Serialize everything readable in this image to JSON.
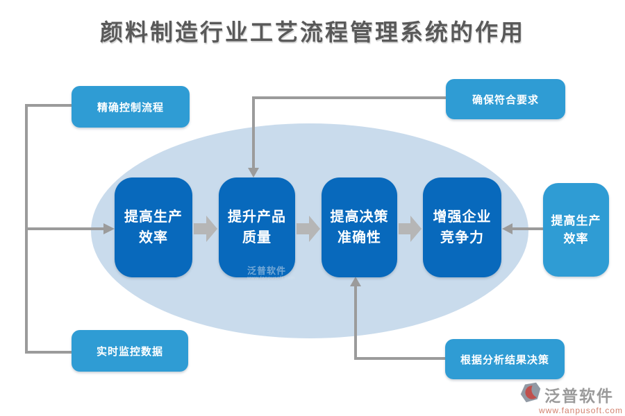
{
  "title": "颜料制造行业工艺流程管理系统的作用",
  "colors": {
    "title_text": "#595959",
    "outer_box": "#2f9cd4",
    "inner_box": "#0869bc",
    "ellipse": "#c9dbec",
    "connector": "#9b9b9b",
    "block_arrow": "#b6b6b6",
    "node_text": "#ffffff",
    "logo_name": "#9a9a9a",
    "logo_url": "#d2826e",
    "logo_icon_gray": "#9199a4",
    "logo_icon_red": "#c0504d"
  },
  "outer_nodes": {
    "top_left": {
      "label": "精确控制流程"
    },
    "top_right": {
      "label": "确保符合要求"
    },
    "bottom_left": {
      "label": "实时监控数据"
    },
    "bottom_right": {
      "label": "根据分析结果决策"
    },
    "right": {
      "line1": "提高生产",
      "line2": "效率"
    }
  },
  "flow_nodes": [
    {
      "line1": "提高生产",
      "line2": "效率"
    },
    {
      "line1": "提升产品",
      "line2": "质量"
    },
    {
      "line1": "提高决策",
      "line2": "准确性"
    },
    {
      "line1": "增强企业",
      "line2": "竞争力"
    }
  ],
  "logo": {
    "name": "泛普软件",
    "url": "www.fanpusoft.com"
  }
}
